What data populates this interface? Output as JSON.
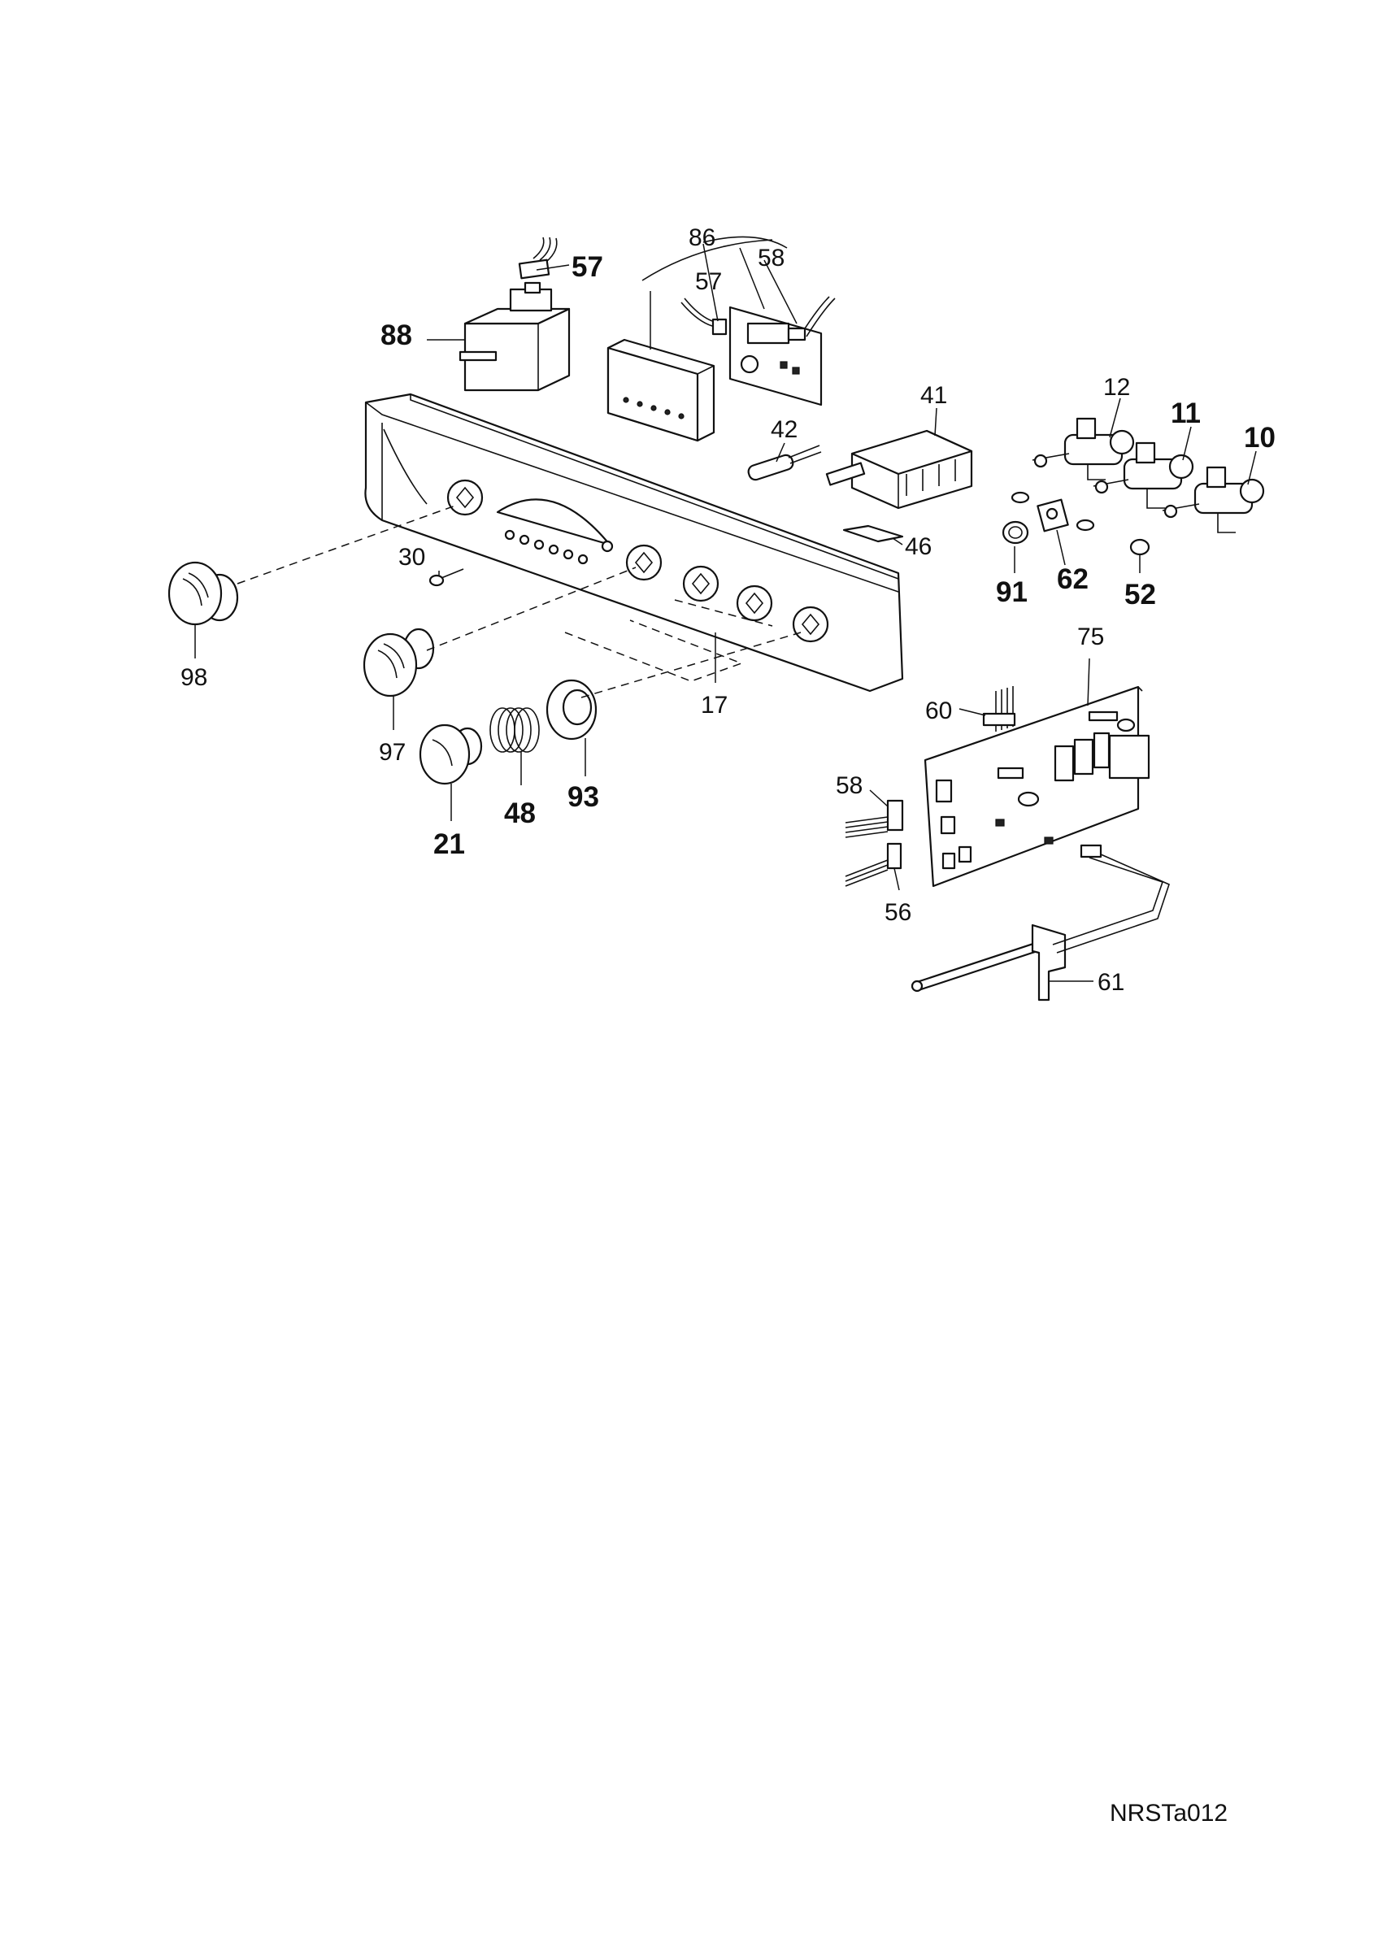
{
  "diagram": {
    "reference_code": "NRSTa012",
    "callouts": [
      {
        "id": "c57a",
        "label": "57",
        "bold": true
      },
      {
        "id": "c86",
        "label": "86",
        "bold": false
      },
      {
        "id": "c58a",
        "label": "58",
        "bold": false
      },
      {
        "id": "c57b",
        "label": "57",
        "bold": false
      },
      {
        "id": "c88",
        "label": "88",
        "bold": true
      },
      {
        "id": "c41",
        "label": "41",
        "bold": false
      },
      {
        "id": "c42",
        "label": "42",
        "bold": false
      },
      {
        "id": "c12",
        "label": "12",
        "bold": false
      },
      {
        "id": "c11",
        "label": "11",
        "bold": true
      },
      {
        "id": "c10",
        "label": "10",
        "bold": true
      },
      {
        "id": "c46",
        "label": "46",
        "bold": false
      },
      {
        "id": "c30",
        "label": "30",
        "bold": false
      },
      {
        "id": "c91",
        "label": "91",
        "bold": true
      },
      {
        "id": "c62",
        "label": "62",
        "bold": true
      },
      {
        "id": "c52",
        "label": "52",
        "bold": true
      },
      {
        "id": "c98",
        "label": "98",
        "bold": false
      },
      {
        "id": "c75",
        "label": "75",
        "bold": false
      },
      {
        "id": "c17",
        "label": "17",
        "bold": false
      },
      {
        "id": "c60",
        "label": "60",
        "bold": false
      },
      {
        "id": "c97",
        "label": "97",
        "bold": false
      },
      {
        "id": "c48",
        "label": "48",
        "bold": true
      },
      {
        "id": "c93",
        "label": "93",
        "bold": true
      },
      {
        "id": "c21",
        "label": "21",
        "bold": true
      },
      {
        "id": "c58b",
        "label": "58",
        "bold": false
      },
      {
        "id": "c56",
        "label": "56",
        "bold": false
      },
      {
        "id": "c61",
        "label": "61",
        "bold": false
      }
    ]
  }
}
